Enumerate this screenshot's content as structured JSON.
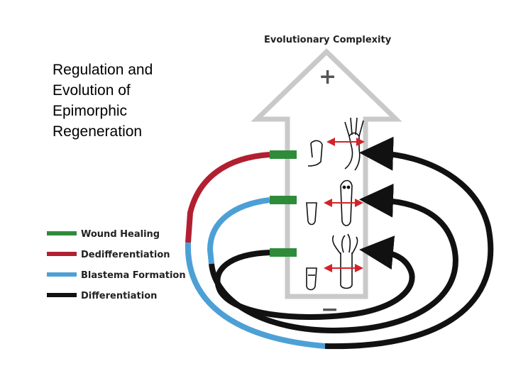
{
  "title": "Regulation and\nEvolution of\nEpimorphic\nRegeneration",
  "axis": {
    "label": "Evolutionary Complexity",
    "plus": "+",
    "minus": "−"
  },
  "legend": [
    {
      "label": "Wound Healing",
      "color": "#2e8b3a"
    },
    {
      "label": "Dedifferentiation",
      "color": "#b11f31"
    },
    {
      "label": "Blastema Formation",
      "color": "#4da0d6"
    },
    {
      "label": "Differentiation",
      "color": "#111111"
    }
  ],
  "colors": {
    "arrow_fill": "#ffffff",
    "arrow_stroke": "#c9c9c9",
    "wound": "#2e8b3a",
    "dediff": "#b11f31",
    "blastema": "#4da0d6",
    "diff": "#111111",
    "double_arrow": "#d2232a"
  },
  "organisms": [
    {
      "level": "top",
      "stump_icon": "limb-stump-icon",
      "regenerated_icon": "regenerated-limb-icon"
    },
    {
      "level": "middle",
      "stump_icon": "planarian-stump-icon",
      "regenerated_icon": "planarian-icon"
    },
    {
      "level": "bottom",
      "stump_icon": "hydra-stump-icon",
      "regenerated_icon": "hydra-icon"
    }
  ]
}
